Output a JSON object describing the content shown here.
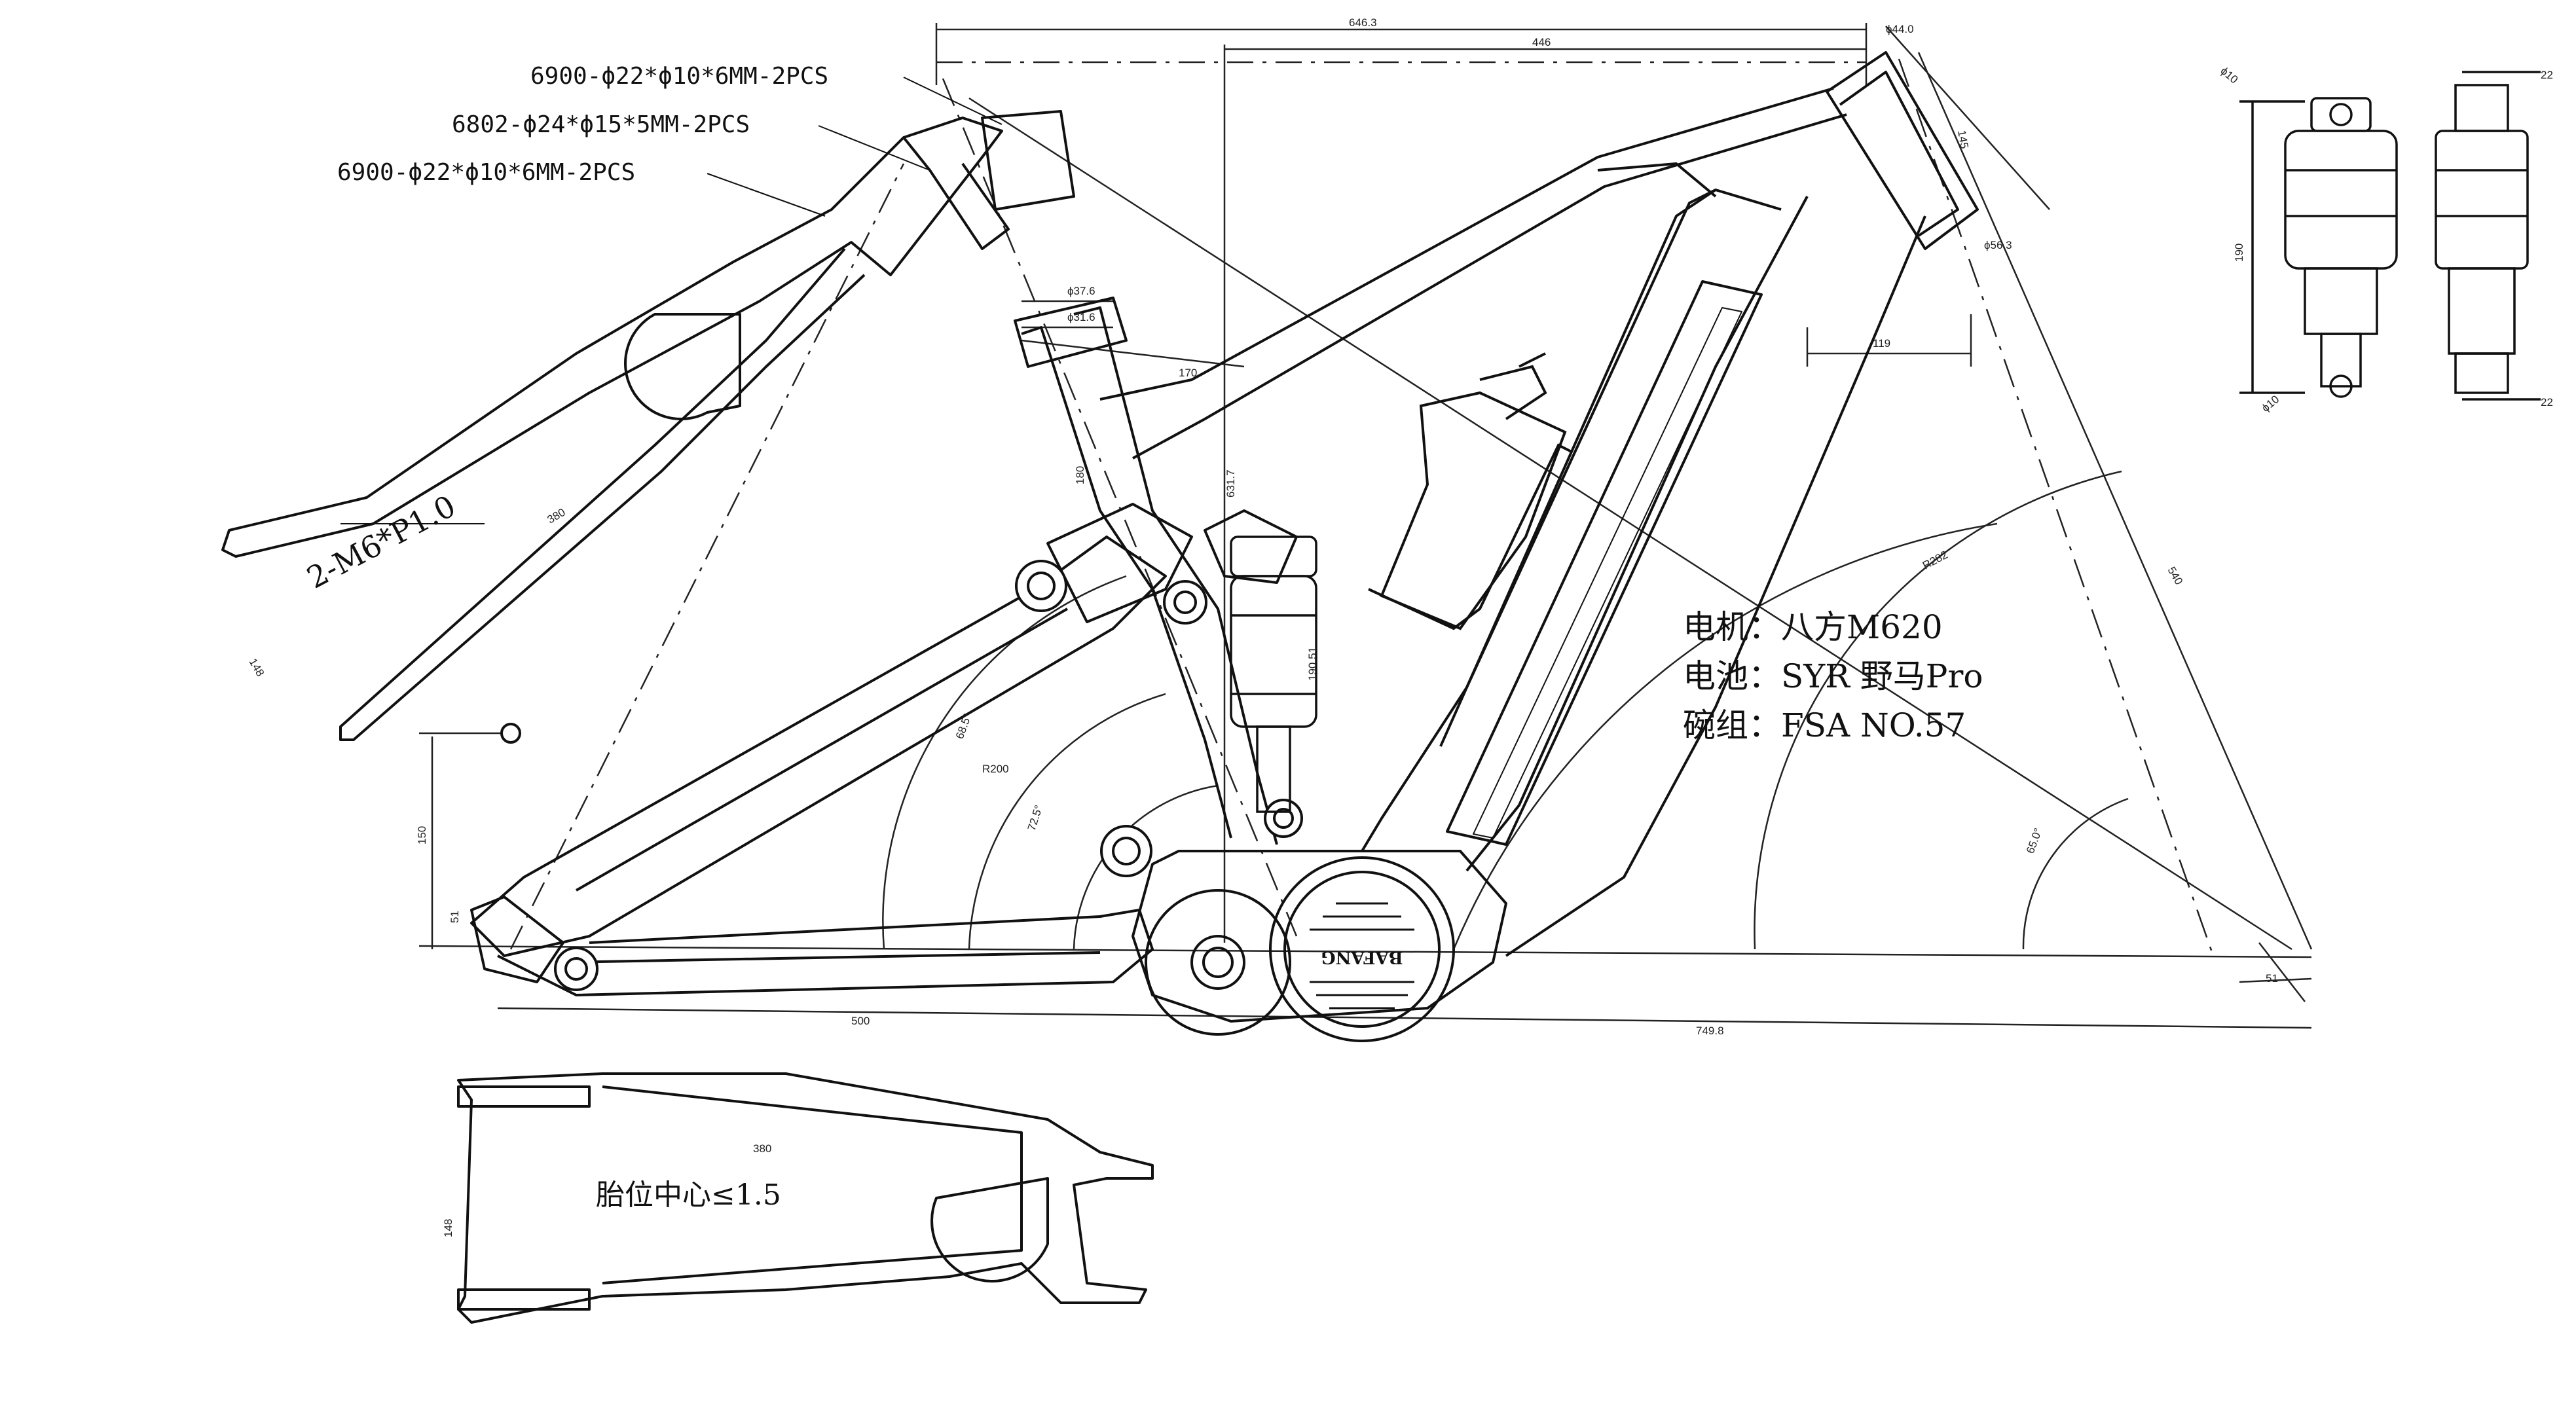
{
  "callouts": {
    "bearing_top": "6900-ϕ22*ϕ10*6MM-2PCS",
    "bearing_mid": "6802-ϕ24*ϕ15*5MM-2PCS",
    "bearing_bottom": "6900-ϕ22*ϕ10*6MM-2PCS",
    "thread": "2-M6*P1.0"
  },
  "specs": {
    "motor": "电机：八方M620",
    "battery": "电池：SYR 野马Pro",
    "headset": "碗组：FSA NO.57"
  },
  "tire_note": "胎位中心≤1.5",
  "motor_brand": "BAFANG",
  "dimensions": {
    "top_overall": "646.3",
    "top_reach": "446",
    "head_angle_top": "ϕ44.0",
    "head_tube_length": "145",
    "head_diam": "ϕ56.3",
    "offset_119": "119",
    "seat_tube_d1": "ϕ37.6",
    "seat_tube_d2": "ϕ31.6",
    "seat_offset_170": "170",
    "seat_tube_length": "631.7",
    "shock_eye": "190.51",
    "seat_small": "180",
    "diag_540": "540",
    "radius_200": "R200",
    "radius_282": "R282",
    "angle_seat": "68.5°",
    "angle_head": "65.0°",
    "angle_mid": "72.5°",
    "swingarm_380": "380",
    "swingarm_148": "148",
    "chainstay_500": "500",
    "wheelbase_749": "749.8",
    "bb_drop_51": "51",
    "rear_150": "150",
    "rear_51": "51",
    "swingarm2_380": "380",
    "swingarm2_148": "148",
    "shock_length": "190",
    "shock_eye_top": "ϕ10",
    "shock_eye_bottom": "ϕ10",
    "shock_width_top": "22",
    "shock_width_bottom": "22"
  }
}
